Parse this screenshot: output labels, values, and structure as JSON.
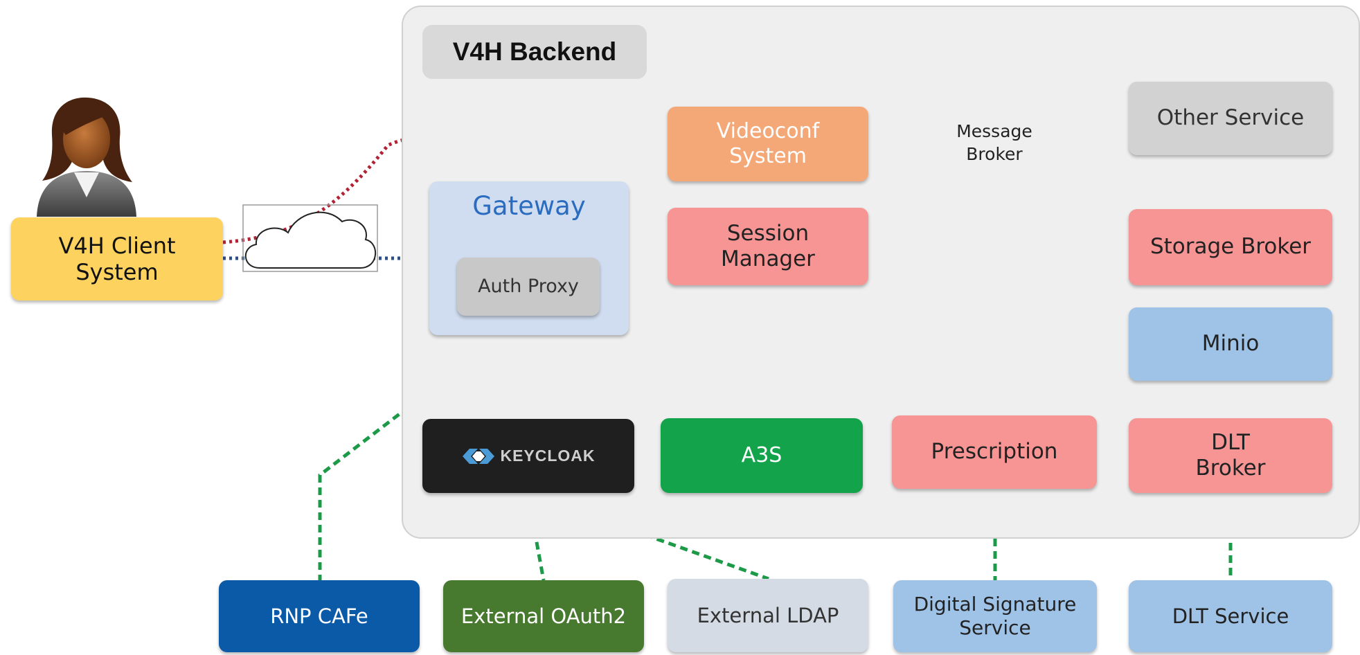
{
  "backend": {
    "title": "V4H Backend"
  },
  "client": {
    "line1": "V4H Client",
    "line2": "System"
  },
  "nodes": {
    "videoconf": {
      "line1": "Videoconf",
      "line2": "System"
    },
    "gateway": {
      "label": "Gateway"
    },
    "auth_proxy": {
      "label": "Auth Proxy"
    },
    "session_manager": {
      "line1": "Session",
      "line2": "Manager"
    },
    "message_broker": {
      "line1": "Message",
      "line2": "Broker"
    },
    "other_service": {
      "label": "Other Service"
    },
    "storage_broker": {
      "label": "Storage Broker"
    },
    "minio": {
      "label": "Minio"
    },
    "keycloak": {
      "label": "KEYCLOAK"
    },
    "a3s": {
      "label": "A3S"
    },
    "prescription": {
      "label": "Prescription"
    },
    "dlt_broker": {
      "line1": "DLT",
      "line2": "Broker"
    },
    "rnp_cafe": {
      "label": "RNP CAFe"
    },
    "external_oauth2": {
      "label": "External OAuth2"
    },
    "external_ldap": {
      "label": "External LDAP"
    },
    "digital_signature": {
      "line1": "Digital Signature",
      "line2": "Service"
    },
    "dlt_service": {
      "label": "DLT Service"
    }
  },
  "colors": {
    "client": "#fdd25f",
    "videoconf": "#f4a877",
    "gateway": "#d0ddf0",
    "gateway_text": "#2a6cc0",
    "auth_proxy": "#c8c8c8",
    "salmon": "#f79494",
    "grey_box": "#d2d2d2",
    "blue_box": "#9fc2e7",
    "keycloak": "#1f1f1f",
    "a3s": "#13a44b",
    "rnp_cafe": "#0a5aa8",
    "external_oauth2": "#477a2f",
    "external_ldap": "#d5dbe4",
    "broker_segment": "#a9c3e6",
    "broker_center": "#cfd8e6",
    "link_red": "#b22234",
    "link_blue": "#2e4f86",
    "link_green": "#1c9a48",
    "link_grey": "#666666"
  }
}
